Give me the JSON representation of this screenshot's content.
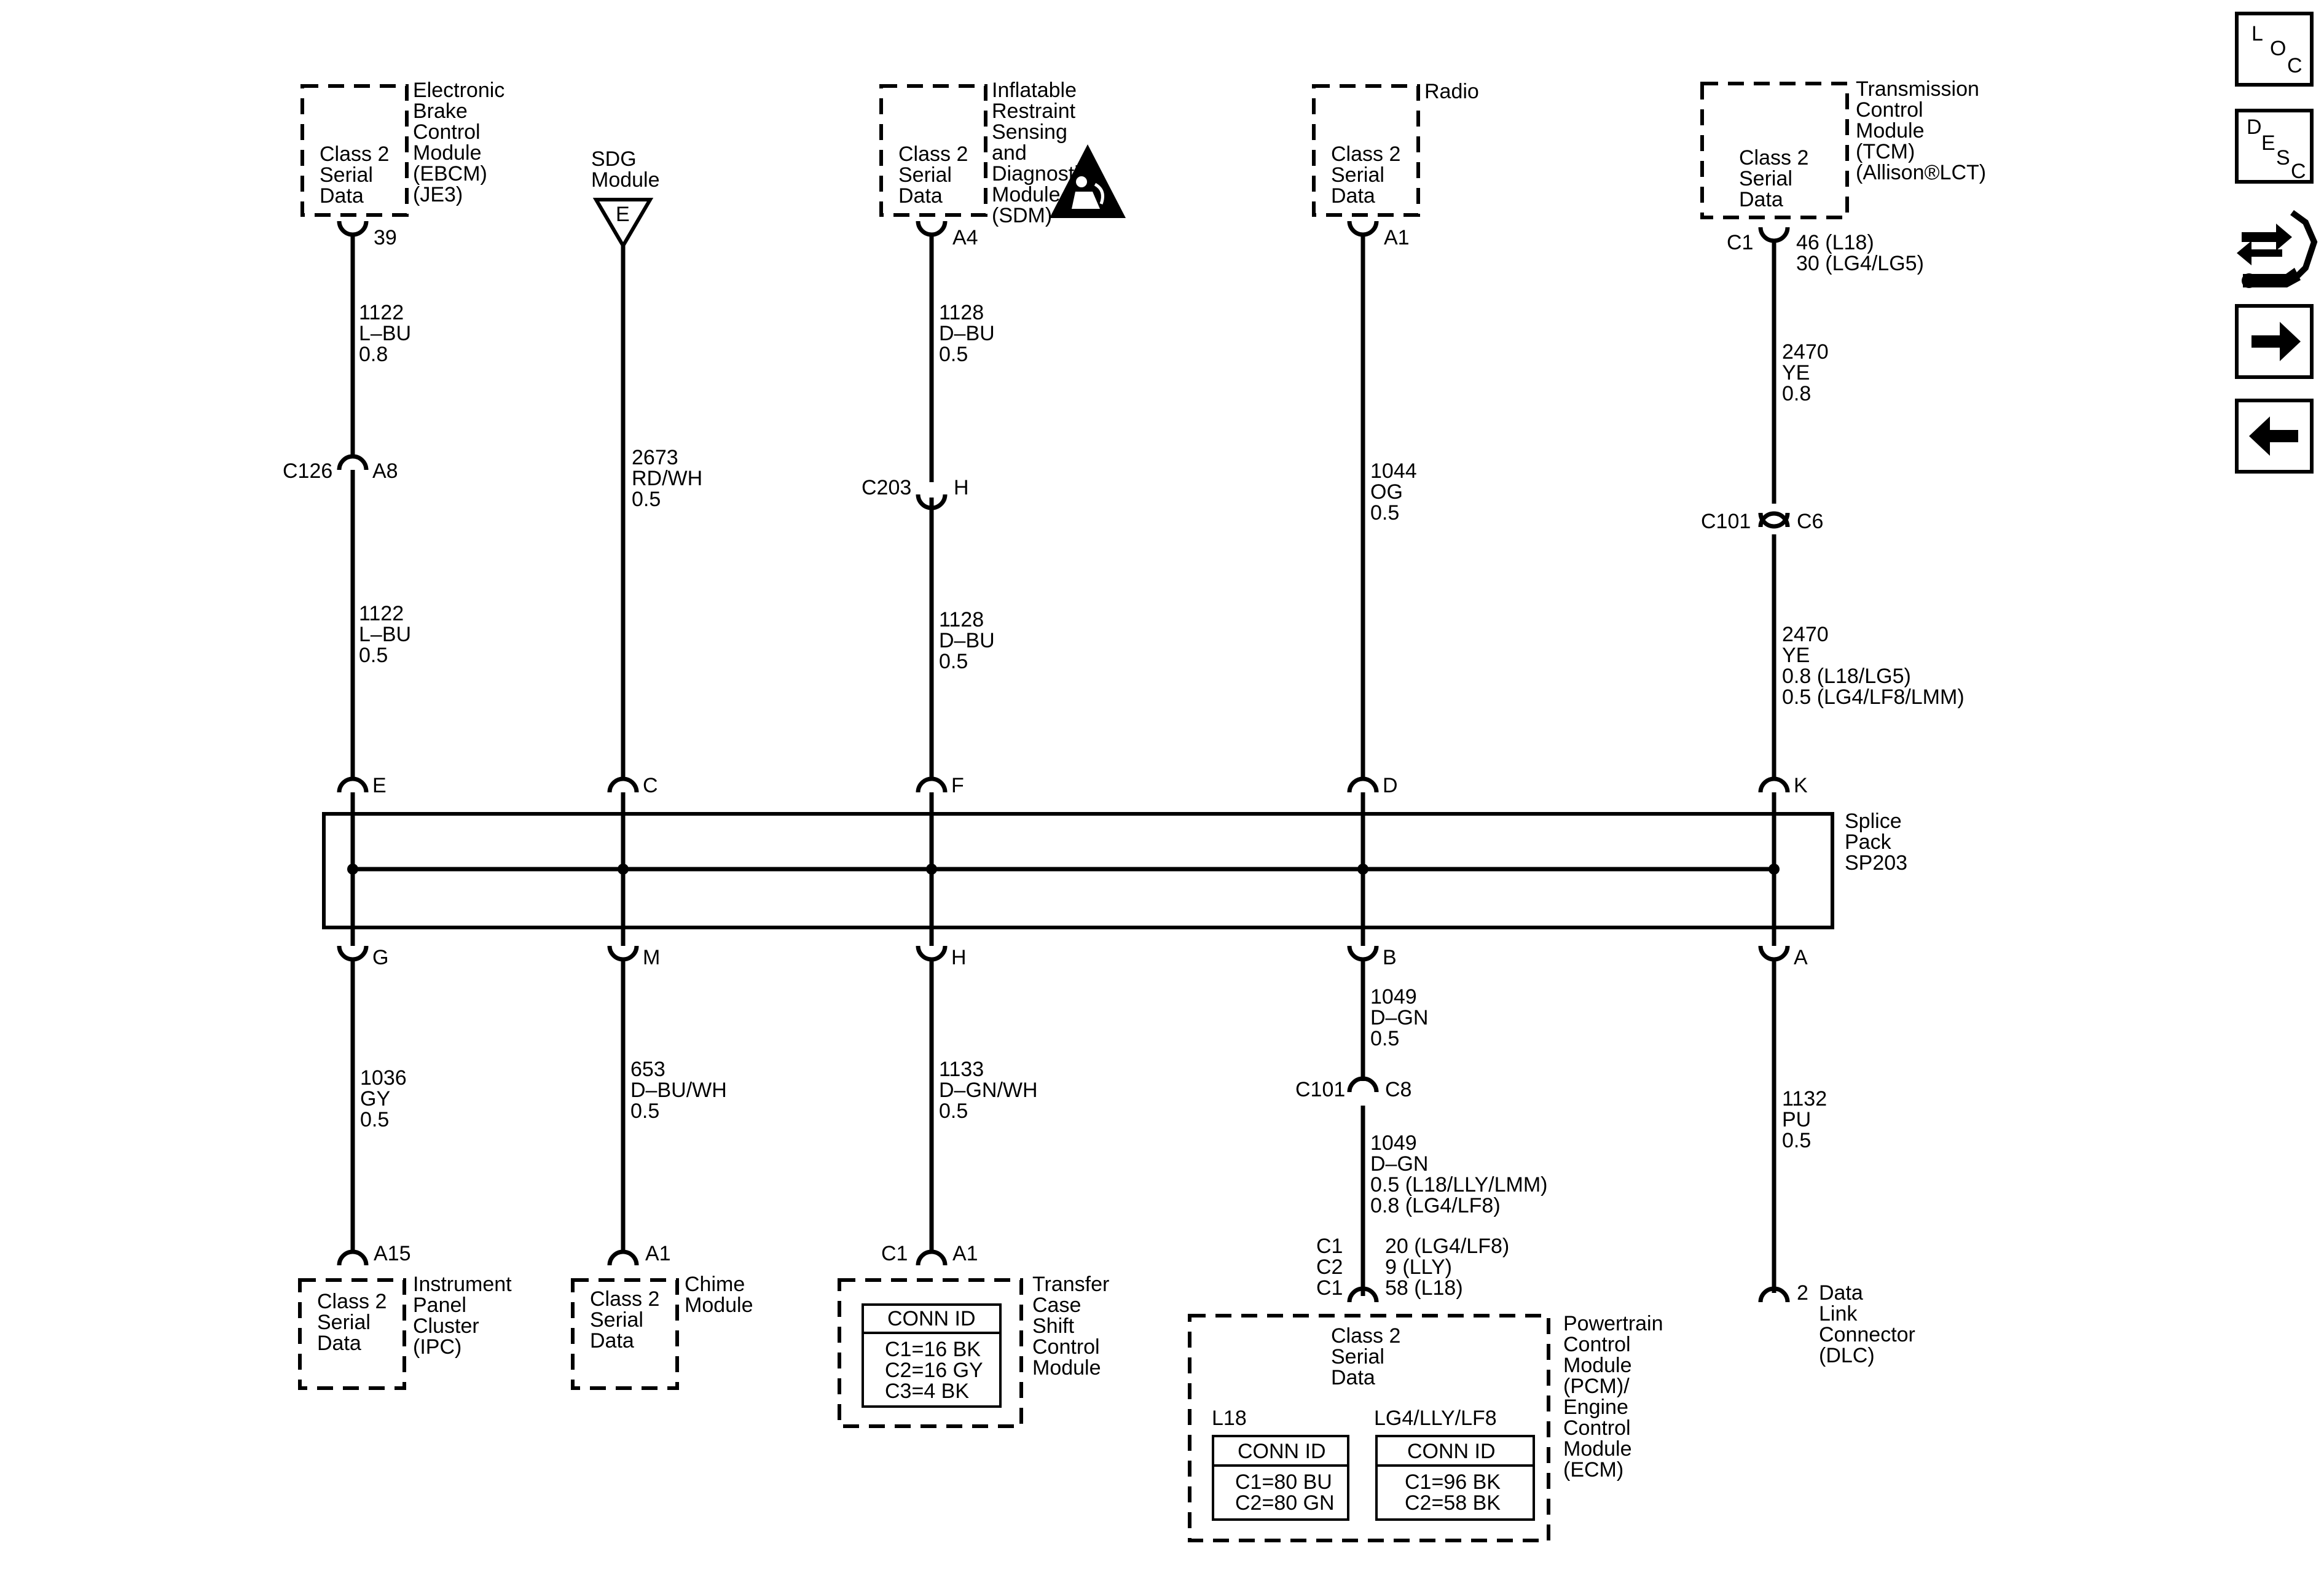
{
  "modules": {
    "ebcm": {
      "name": [
        "Electronic",
        "Brake",
        "Control",
        "Module",
        "(EBCM)",
        "(JE3)"
      ],
      "label": [
        "Class 2",
        "Serial",
        "Data"
      ]
    },
    "sdg": {
      "name": [
        "SDG",
        "Module"
      ],
      "pin": "E"
    },
    "sdm": {
      "name": [
        "Inflatable",
        "Restraint",
        "Sensing",
        "and",
        "Diagnostic",
        "Module",
        "(SDM)"
      ],
      "label": [
        "Class 2",
        "Serial",
        "Data"
      ]
    },
    "radio": {
      "name": [
        "Radio"
      ],
      "label": [
        "Class 2",
        "Serial",
        "Data"
      ]
    },
    "tcm": {
      "name": [
        "Transmission",
        "Control",
        "Module",
        "(TCM)",
        "(Allison®LCT)"
      ],
      "label": [
        "Class 2",
        "Serial",
        "Data"
      ]
    },
    "ipc": {
      "name": [
        "Instrument",
        "Panel",
        "Cluster",
        "(IPC)"
      ],
      "label": [
        "Class 2",
        "Serial",
        "Data"
      ]
    },
    "chime": {
      "name": [
        "Chime",
        "Module"
      ],
      "label": [
        "Class 2",
        "Serial",
        "Data"
      ]
    },
    "transfer_case": {
      "name": [
        "Transfer",
        "Case",
        "Shift",
        "Control",
        "Module"
      ],
      "conn_title": "CONN ID",
      "conn_lines": [
        "C1=16 BK",
        "C2=16 GY",
        "C3=4 BK"
      ]
    },
    "pcm": {
      "name": [
        "Powertrain",
        "Control",
        "Module",
        "(PCM)/",
        "Engine",
        "Control",
        "Module",
        "(ECM)"
      ],
      "label": [
        "Class 2",
        "Serial",
        "Data"
      ],
      "variant_a": {
        "label": "L18",
        "conn_title": "CONN ID",
        "lines": [
          "C1=80 BU",
          "C2=80 GN"
        ]
      },
      "variant_b": {
        "label": "LG4/LLY/LF8",
        "conn_title": "CONN ID",
        "lines": [
          "C1=96 BK",
          "C2=58 BK"
        ]
      }
    },
    "dlc": {
      "name": [
        "Data",
        "Link",
        "Connector",
        "(DLC)"
      ],
      "pin": "2"
    }
  },
  "splice": {
    "name": [
      "Splice",
      "Pack",
      "SP203"
    ],
    "top_pins": [
      "E",
      "C",
      "F",
      "D",
      "K"
    ],
    "bottom_pins": [
      "G",
      "M",
      "H",
      "B",
      "A"
    ]
  },
  "pins": {
    "ebcm": "39",
    "sdm": "A4",
    "radio": "A1",
    "tcm_conn": "C1",
    "tcm_pins": [
      "46 (L18)",
      "30 (LG4/LG5)"
    ],
    "ipc": "A15",
    "chime": "A1",
    "transfer_conn": "C1",
    "transfer_pin": "A1",
    "pcm_conns": [
      "C1",
      "C2",
      "C1"
    ],
    "pcm_pins": [
      "20 (LG4/LF8)",
      "9 (LLY)",
      "58 (L18)"
    ]
  },
  "inline_connectors": {
    "c126": {
      "conn": "C126",
      "pin": "A8"
    },
    "c203": {
      "conn": "C203",
      "pin": "H"
    },
    "c101_tcm": {
      "conn": "C101",
      "pin": "C6"
    },
    "c101_pcm": {
      "conn": "C101",
      "pin": "C8"
    }
  },
  "wires": {
    "ebcm_upper": [
      "1122",
      "L–BU",
      "0.8"
    ],
    "ebcm_lower": [
      "1122",
      "L–BU",
      "0.5"
    ],
    "sdg": [
      "2673",
      "RD/WH",
      "0.5"
    ],
    "sdm_upper": [
      "1128",
      "D–BU",
      "0.5"
    ],
    "sdm_lower": [
      "1128",
      "D–BU",
      "0.5"
    ],
    "radio": [
      "1044",
      "OG",
      "0.5"
    ],
    "tcm_upper": [
      "2470",
      "YE",
      "0.8"
    ],
    "tcm_lower": [
      "2470",
      "YE",
      "0.8 (L18/LG5)",
      "0.5 (LG4/LF8/LMM)"
    ],
    "ipc": [
      "1036",
      "GY",
      "0.5"
    ],
    "chime": [
      "653",
      "D–BU/WH",
      "0.5"
    ],
    "transfer": [
      "1133",
      "D–GN/WH",
      "0.5"
    ],
    "pcm_upper": [
      "1049",
      "D–GN",
      "0.5"
    ],
    "pcm_lower": [
      "1049",
      "D–GN",
      "0.5 (L18/LLY/LMM)",
      "0.8 (LG4/LF8)"
    ],
    "dlc": [
      "1132",
      "PU",
      "0.5"
    ]
  },
  "nav": {
    "loc": [
      "L",
      "O",
      "C"
    ],
    "desc": [
      "D",
      "E",
      "S",
      "C"
    ]
  }
}
